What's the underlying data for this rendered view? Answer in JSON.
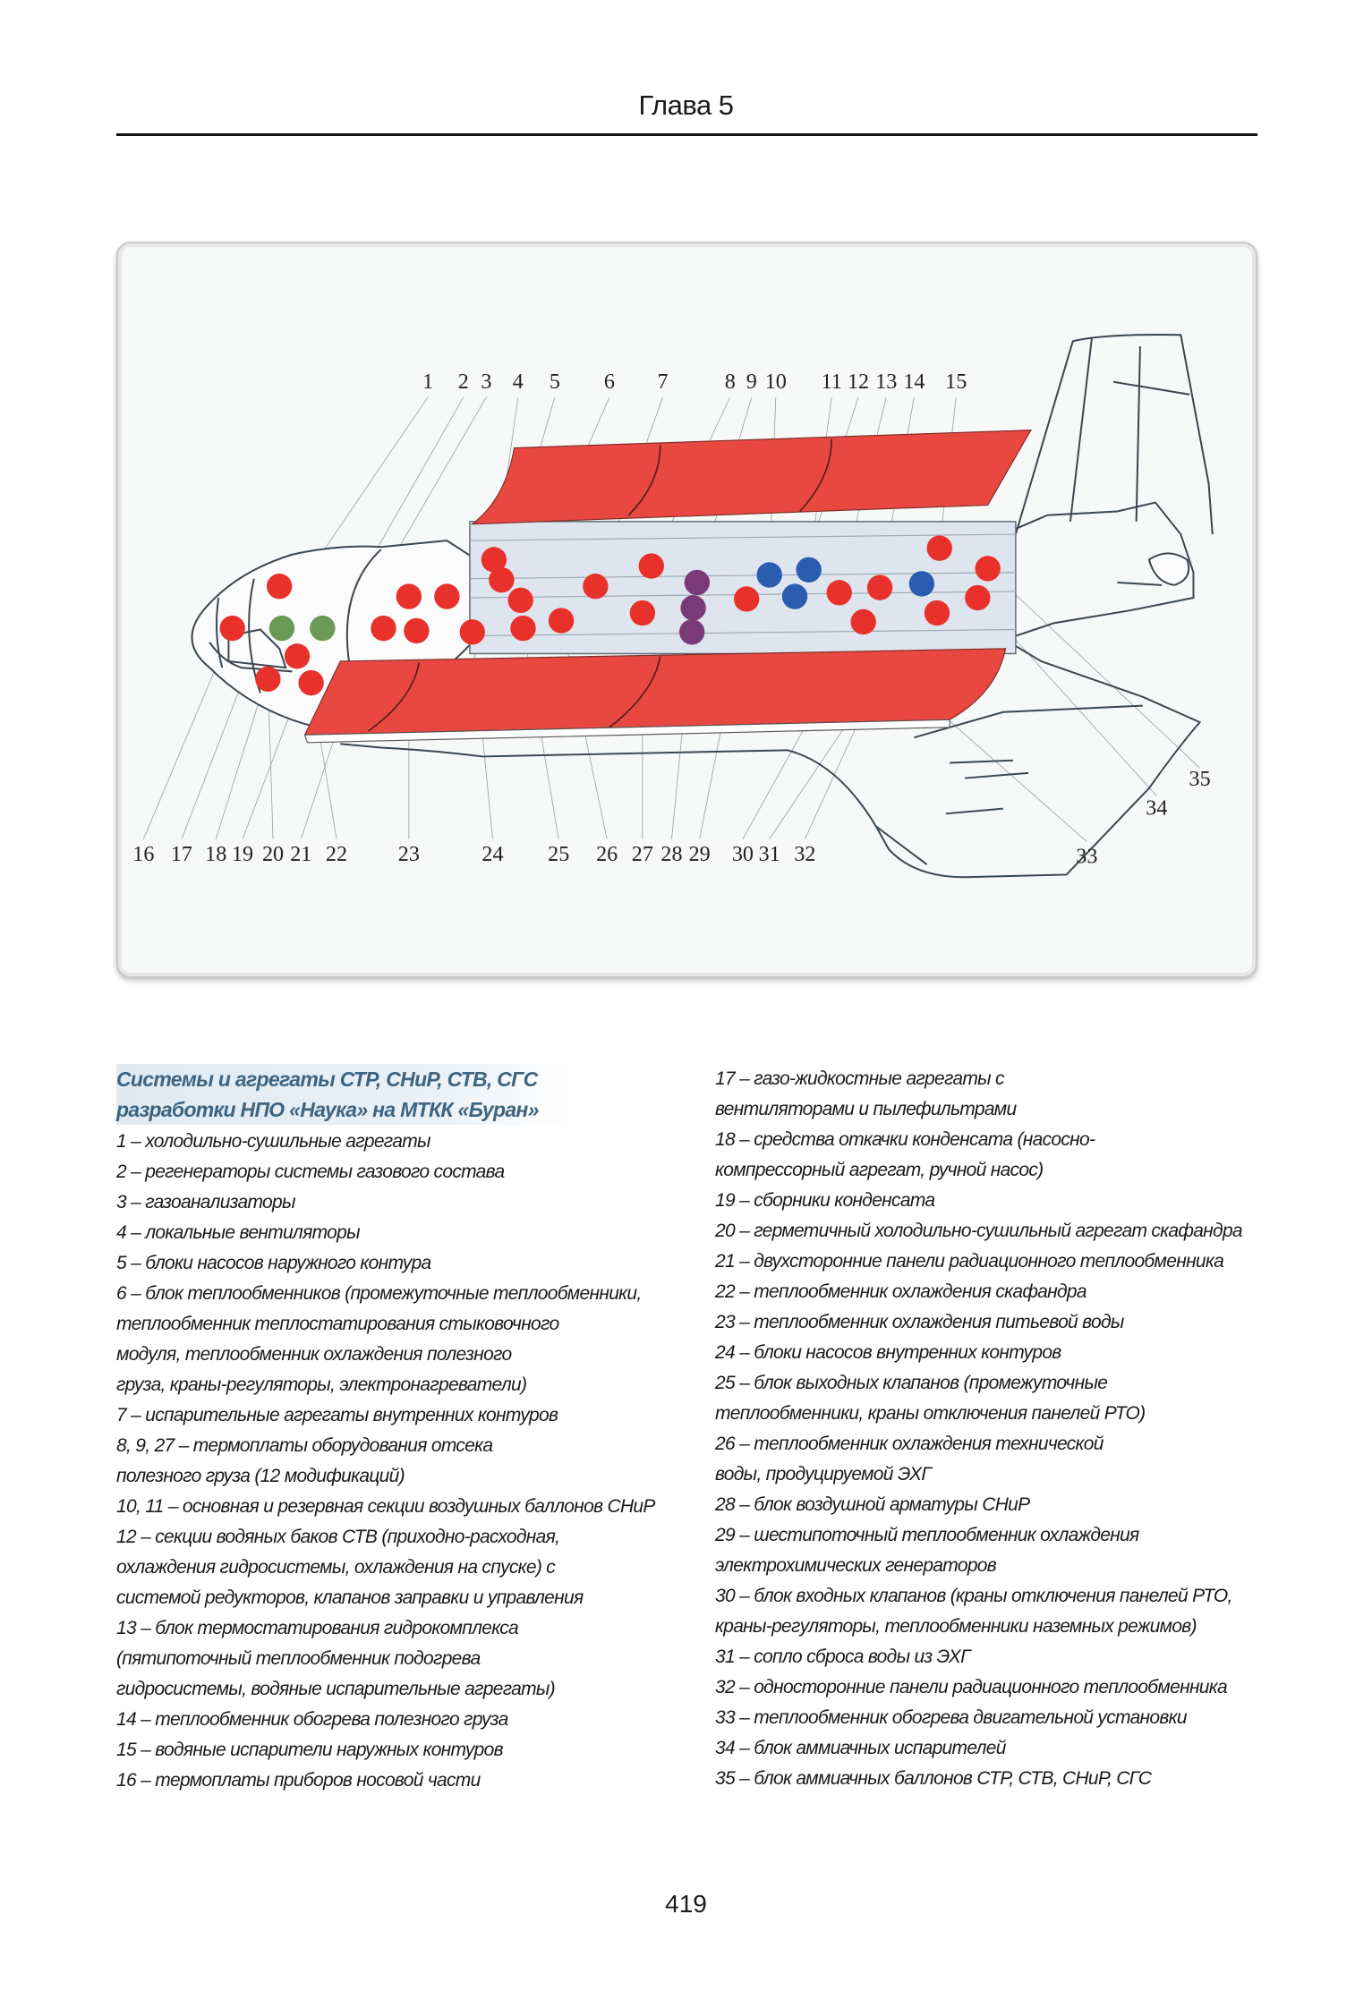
{
  "header": {
    "chapter": "Глава 5"
  },
  "figure": {
    "top_labels": [
      "1",
      "2",
      "3",
      "4",
      "5",
      "6",
      "7",
      "8",
      "9",
      "10",
      "11",
      "12",
      "13",
      "14",
      "15"
    ],
    "bottom_labels": [
      "16",
      "17",
      "18",
      "19",
      "20",
      "21",
      "22",
      "23",
      "24",
      "25",
      "26",
      "27",
      "28",
      "29",
      "30",
      "31",
      "32"
    ],
    "right_labels": [
      "33",
      "34",
      "35"
    ],
    "colors": {
      "panel": "#e8483f",
      "dot_red": "#e8312b",
      "dot_green": "#6a9a55",
      "dot_purple": "#7a3a78",
      "dot_blue": "#2a5cb0"
    }
  },
  "legend": {
    "title": "Системы и агрегаты СТР, СНиР, СТВ, СГС\nразработки НПО «Наука» на МТКК «Буран»",
    "left_items": [
      "1 – холодильно-сушильные агрегаты",
      "2 – регенераторы системы газового состава",
      "3 – газоанализаторы",
      "4 – локальные вентиляторы",
      "5 – блоки насосов наружного контура",
      "6 – блок теплообменников (промежуточные теплообменники,\nтеплообменник теплостатирования стыковочного\nмодуля, теплообменник охлаждения полезного\nгруза, краны-регуляторы, электронагреватели)",
      "7 – испарительные агрегаты внутренних контуров",
      "8, 9, 27 – термоплаты оборудования отсека\nполезного груза (12 модификаций)",
      "10, 11 – основная и резервная секции воздушных баллонов СНиР",
      "12 – секции водяных баков СТВ (приходно-расходная,\nохлаждения гидросистемы, охлаждения на спуске) с\nсистемой редукторов, клапанов заправки и управления",
      "13 – блок термостатирования гидрокомплекса\n(пятипоточный теплообменник подогрева\nгидросистемы, водяные испарительные агрегаты)",
      "14 – теплообменник обогрева полезного груза",
      "15 – водяные испарители наружных контуров",
      "16 – термоплаты приборов носовой части"
    ],
    "right_items": [
      "17 – газо-жидкостные агрегаты с\nвентиляторами и пылефильтрами",
      "18 – средства откачки конденсата (насосно-\nкомпрессорный агрегат, ручной насос)",
      "19 – сборники конденсата",
      "20 – герметичный холодильно-сушильный агрегат скафандра",
      "21 – двухсторонние панели радиационного теплообменника",
      "22 – теплообменник охлаждения скафандра",
      "23 – теплообменник охлаждения питьевой воды",
      "24 – блоки насосов внутренних контуров",
      "25 – блок выходных клапанов (промежуточные\nтеплообменники, краны отключения панелей РТО)",
      "26 – теплообменник охлаждения технической\nводы, продуцируемой ЭХГ",
      "28 – блок воздушной арматуры СНиР",
      "29 – шестипоточный теплообменник охлаждения\nэлектрохимических генераторов",
      "30 – блок входных клапанов (краны отключения панелей РТО,\nкраны-регуляторы, теплообменники наземных режимов)",
      "31 – сопло сброса воды из ЭХГ",
      "32 – односторонние панели радиационного теплообменника",
      "33 – теплообменник обогрева двигательной установки",
      "34 – блок аммиачных испарителей",
      "35 – блок аммиачных баллонов СТР, СТВ, СНиР, СГС"
    ]
  },
  "footer": {
    "page_number": "419"
  }
}
